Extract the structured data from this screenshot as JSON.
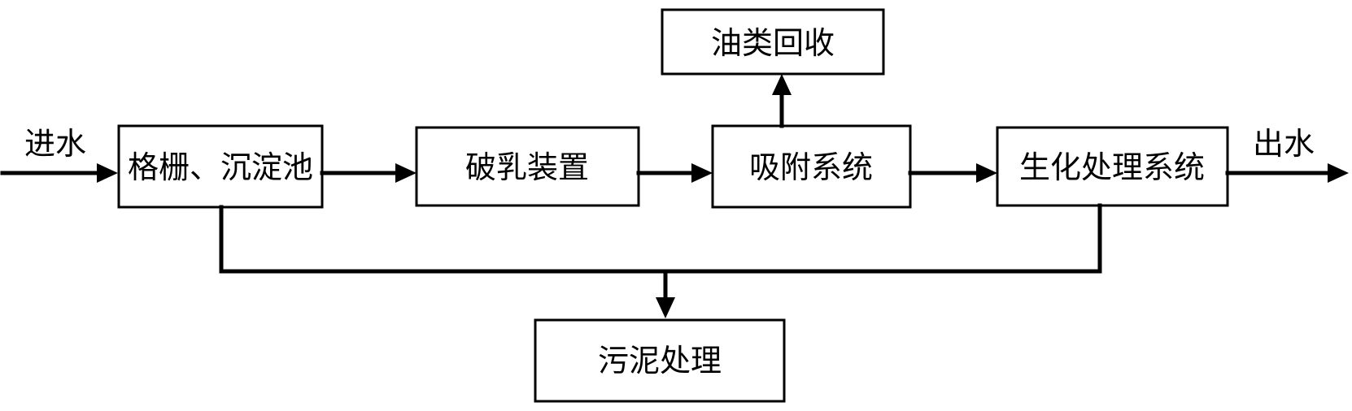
{
  "diagram": {
    "input_label": "进水",
    "output_label": "出水",
    "nodes": {
      "screen": "格栅、沉淀池",
      "demulsify": "破乳装置",
      "adsorption": "吸附系统",
      "biological": "生化处理系统",
      "oil_recovery": "油类回收",
      "sludge": "污泥处理"
    }
  }
}
